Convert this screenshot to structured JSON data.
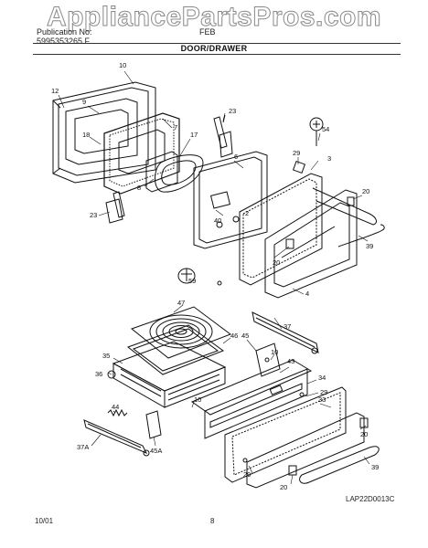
{
  "watermark": "AppliancePartsPros.com",
  "header": {
    "left_line1": "Publication No:",
    "left_line2": "5995353265 F",
    "model_partial": "FEB",
    "section_title": "DOOR/DRAWER"
  },
  "callouts": {
    "c10a": "10",
    "c12": "12",
    "c9": "9",
    "c7": "7",
    "c18": "18",
    "c23a": "23",
    "c17": "17",
    "c8": "8",
    "c23b": "23",
    "c6": "6",
    "c29a": "29",
    "c3": "3",
    "c54": "54",
    "c20a": "20",
    "c40": "40",
    "c2": "2",
    "c20b": "20",
    "c39a": "39",
    "c4": "4",
    "c59": "59",
    "c47": "47",
    "c37": "37",
    "c46": "46",
    "c45": "45",
    "c35": "35",
    "c36": "36",
    "c10b": "10",
    "c43": "43",
    "c34": "34",
    "c29b": "29",
    "c44": "44",
    "c10c": "10",
    "c33": "33",
    "c37a": "37A",
    "c45a": "45A",
    "c20c": "20",
    "c39b": "39",
    "c29c": "29",
    "c20d": "20"
  },
  "footer": {
    "date": "10/01",
    "page": "8",
    "diagram_code": "LAP22D0013C"
  }
}
